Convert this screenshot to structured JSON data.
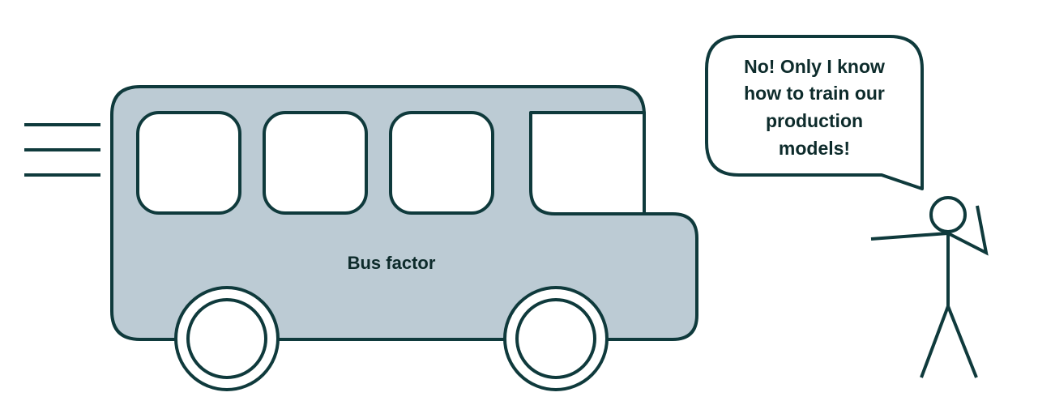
{
  "bus": {
    "label": "Bus factor"
  },
  "speech_bubble": {
    "lines": [
      "No! Only I know",
      "how to train our",
      "production",
      "models!"
    ]
  },
  "colors": {
    "outline": "#0f3a3c",
    "bus_body": "#bccbd4",
    "text": "#0d2b2b",
    "background": "#ffffff"
  }
}
